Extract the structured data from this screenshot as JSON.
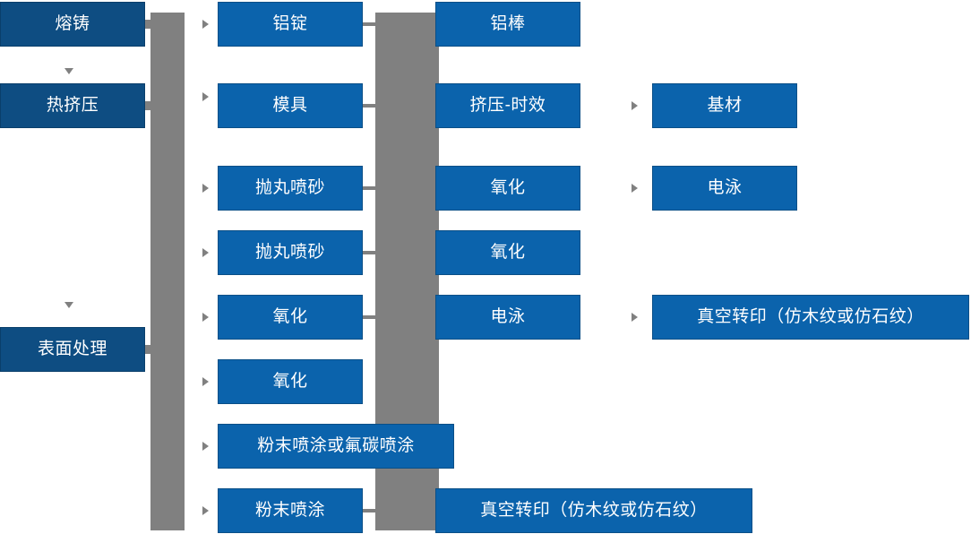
{
  "diagram": {
    "colors": {
      "node_fill": "#0B63AC",
      "node_fill_dark": "#0E4D82",
      "connector": "#808080",
      "text": "#FFFFFF",
      "background": "#FFFFFF"
    },
    "stage_nodes": [
      {
        "id": "melting",
        "label": "熔铸"
      },
      {
        "id": "hot-extrusion",
        "label": "热挤压"
      },
      {
        "id": "surface-treatment",
        "label": "表面处理"
      }
    ],
    "column2_nodes": [
      {
        "id": "aluminum-ingot",
        "label": "铝锭"
      },
      {
        "id": "mold",
        "label": "模具"
      },
      {
        "id": "shot-blasting-1",
        "label": "抛丸喷砂"
      },
      {
        "id": "shot-blasting-2",
        "label": "抛丸喷砂"
      },
      {
        "id": "oxidation-1",
        "label": "氧化"
      },
      {
        "id": "oxidation-2",
        "label": "氧化"
      },
      {
        "id": "powder-or-fluorocarbon",
        "label": "粉末喷涂或氟碳喷涂"
      },
      {
        "id": "powder-coating",
        "label": "粉末喷涂"
      }
    ],
    "column3_nodes": [
      {
        "id": "aluminum-bar",
        "label": "铝棒"
      },
      {
        "id": "extrusion-aging",
        "label": "挤压-时效"
      },
      {
        "id": "oxidation-3",
        "label": "氧化"
      },
      {
        "id": "oxidation-4",
        "label": "氧化"
      },
      {
        "id": "electrophoresis-1",
        "label": "电泳"
      },
      {
        "id": "vacuum-transfer-1",
        "label": "真空转印（仿木纹或仿石纹）"
      }
    ],
    "column4_nodes": [
      {
        "id": "base-material",
        "label": "基材"
      },
      {
        "id": "electrophoresis-2",
        "label": "电泳"
      },
      {
        "id": "vacuum-transfer-2",
        "label": "真空转印（仿木纹或仿石纹）"
      }
    ]
  }
}
